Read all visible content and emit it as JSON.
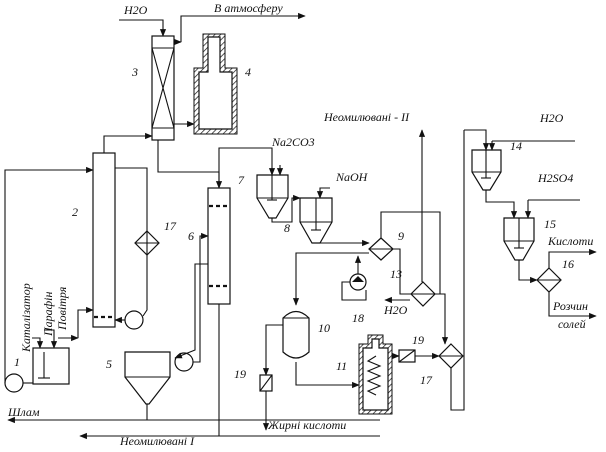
{
  "labels": {
    "water_top": "H2O",
    "atmosphere": "В атмосферу",
    "unsaponified_2": "Неомилювані - II",
    "na2co3": "Na2CO3",
    "naoh": "NaOH",
    "water_right": "H2O",
    "h2so4": "H2SO4",
    "acids": "Кислоти",
    "salt_solution_1": "Розчин",
    "salt_solution_2": "солей",
    "water_mid": "H2O",
    "catalyst": "Каталізатор",
    "paraffin": "Парафін",
    "air": "Повітря",
    "sludge": "Шлам",
    "unsaponified_1": "Неомилювані I",
    "fatty_acids": "Жирні кислоти"
  },
  "numbers": {
    "n1": "1",
    "n2": "2",
    "n3": "3",
    "n4": "4",
    "n5": "5",
    "n6": "6",
    "n7": "7",
    "n8": "8",
    "n9": "9",
    "n10": "10",
    "n11": "11",
    "n13": "13",
    "n14": "14",
    "n15": "15",
    "n16": "16",
    "n17a": "17",
    "n17b": "17",
    "n18": "18",
    "n19a": "19",
    "n19b": "19"
  }
}
